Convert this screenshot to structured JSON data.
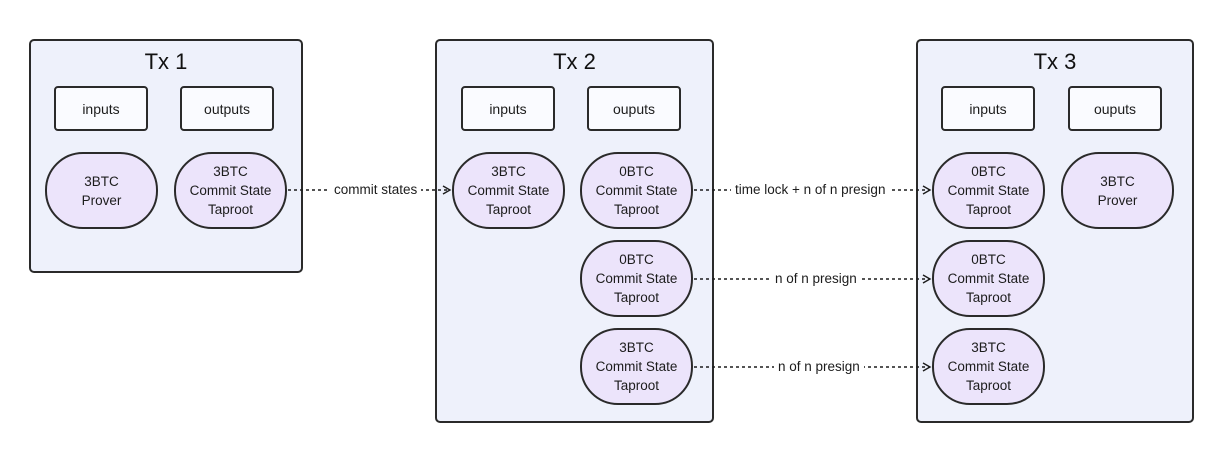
{
  "transactions": [
    {
      "title": "Tx 1",
      "inputs_label": "inputs",
      "outputs_label": "outputs",
      "inputs": [
        {
          "amount": "3BTC",
          "lines": [
            "Prover"
          ]
        }
      ],
      "outputs": [
        {
          "amount": "3BTC",
          "lines": [
            "Commit State",
            "Taproot"
          ]
        }
      ]
    },
    {
      "title": "Tx 2",
      "inputs_label": "inputs",
      "outputs_label": "ouputs",
      "inputs": [
        {
          "amount": "3BTC",
          "lines": [
            "Commit State",
            "Taproot"
          ]
        }
      ],
      "outputs": [
        {
          "amount": "0BTC",
          "lines": [
            "Commit State",
            "Taproot"
          ]
        },
        {
          "amount": "0BTC",
          "lines": [
            "Commit State",
            "Taproot"
          ]
        },
        {
          "amount": "3BTC",
          "lines": [
            "Commit State",
            "Taproot"
          ]
        }
      ]
    },
    {
      "title": "Tx 3",
      "inputs_label": "inputs",
      "outputs_label": "ouputs",
      "inputs": [
        {
          "amount": "0BTC",
          "lines": [
            "Commit State",
            "Taproot"
          ]
        },
        {
          "amount": "0BTC",
          "lines": [
            "Commit State",
            "Taproot"
          ]
        },
        {
          "amount": "3BTC",
          "lines": [
            "Commit State",
            "Taproot"
          ]
        }
      ],
      "outputs": [
        {
          "amount": "3BTC",
          "lines": [
            "Prover"
          ]
        }
      ]
    }
  ],
  "edges": [
    {
      "label": "commit states"
    },
    {
      "label": "time lock + n of n presign"
    },
    {
      "label": "n of n presign"
    },
    {
      "label": "n of n presign"
    }
  ]
}
